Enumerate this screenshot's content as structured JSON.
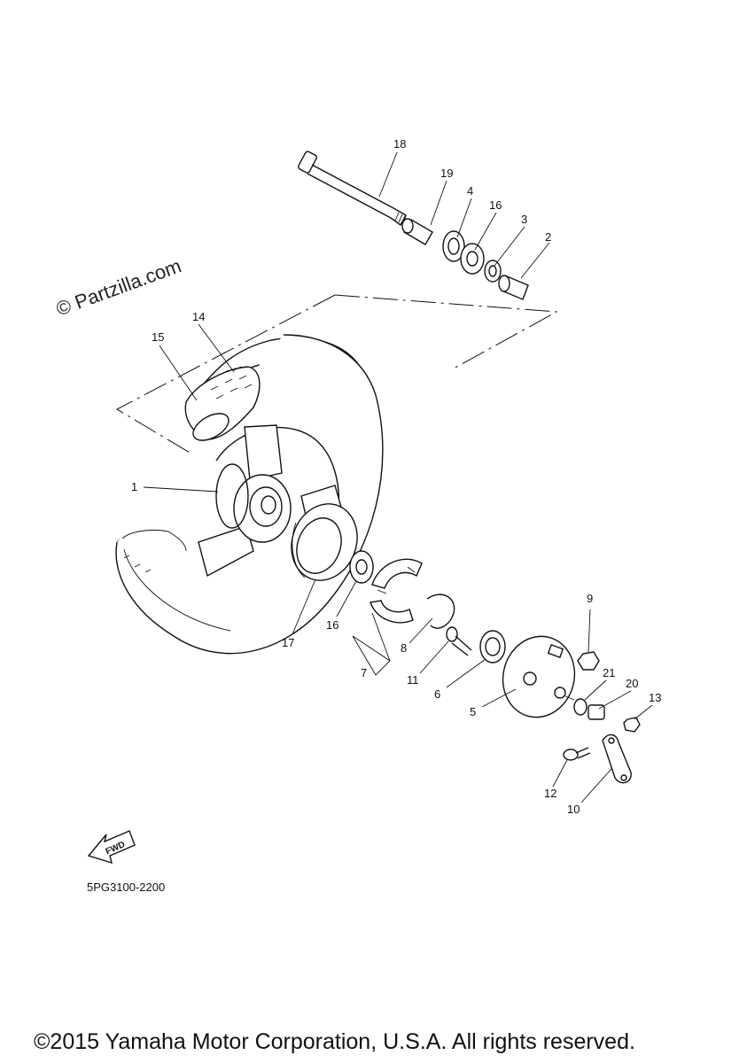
{
  "watermark": "© Partzilla.com",
  "diagram_code": "5PG3100-2200",
  "copyright": "©2015 Yamaha Motor Corporation, U.S.A. All rights reserved.",
  "fwd_label": "FWD",
  "callouts": {
    "c1": "1",
    "c2": "2",
    "c3": "3",
    "c4": "4",
    "c5": "5",
    "c6": "6",
    "c7": "7",
    "c8": "8",
    "c9": "9",
    "c10": "10",
    "c11": "11",
    "c12": "12",
    "c13": "13",
    "c14": "14",
    "c15": "15",
    "c16a": "16",
    "c16b": "16",
    "c17": "17",
    "c18": "18",
    "c19": "19",
    "c20": "20",
    "c21": "21"
  }
}
